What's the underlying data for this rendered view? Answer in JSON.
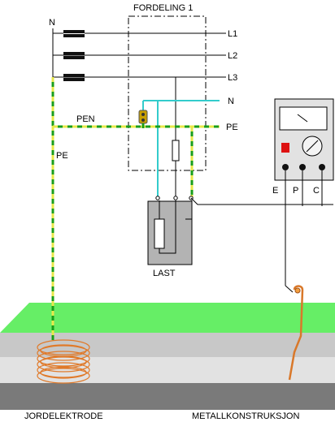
{
  "labels": {
    "panel_title": "FORDELING 1",
    "source_n": "N",
    "phase_l1": "L1",
    "phase_l2": "L2",
    "phase_l3": "L3",
    "neutral_n": "N",
    "pe_right": "PE",
    "pen": "PEN",
    "pe_left": "PE",
    "load": "LAST",
    "meter_e": "E",
    "meter_p": "P",
    "meter_c": "C",
    "earth_electrode": "JORDELEKTRODE",
    "metal_structure": "METALLKONSTRUKSJON"
  }
}
